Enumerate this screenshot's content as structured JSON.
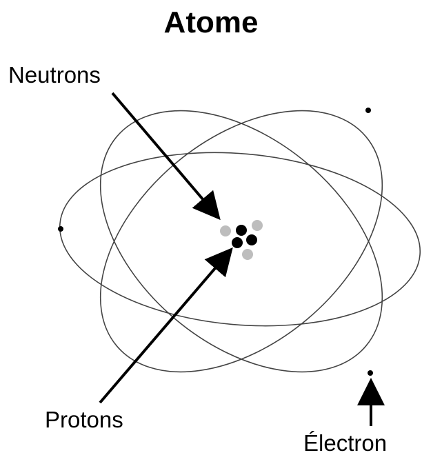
{
  "title": "Atome",
  "labels": {
    "neutrons": "Neutrons",
    "protons": "Protons",
    "electron": "Électron"
  },
  "colors": {
    "proton": "#000000",
    "neutron": "#bdbdbd",
    "orbit": "#444444",
    "arrow": "#000000"
  }
}
